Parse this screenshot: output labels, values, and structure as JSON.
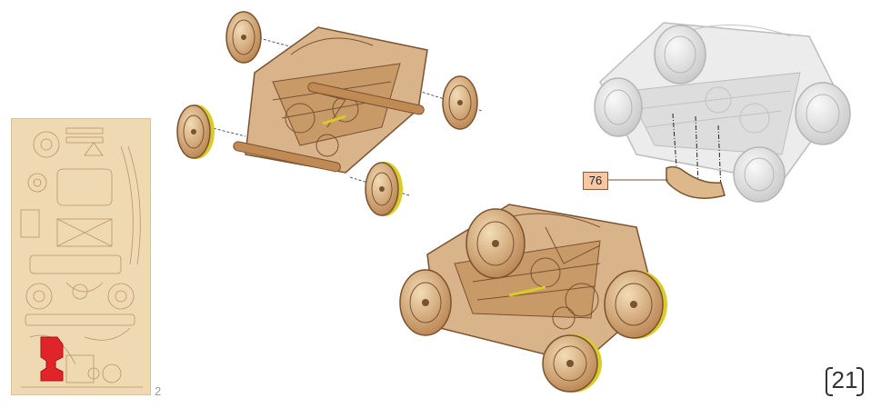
{
  "sheet": {
    "page_number": "2"
  },
  "callout": {
    "part_number": "76"
  },
  "step": {
    "number": "21"
  },
  "colors": {
    "wood": "#dcb88a",
    "wood_dark": "#a0703f",
    "tire_band": "#d9cc2a",
    "highlight_part": "#e0242a",
    "ghost": "#e2e2e2",
    "callout_fill": "#f6c7a2"
  }
}
